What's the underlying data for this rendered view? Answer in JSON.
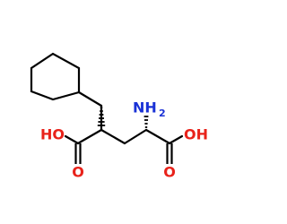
{
  "molecule": {
    "colors": {
      "bond": "#000000",
      "oxygen": "#e8221a",
      "nitrogen": "#1a32d6"
    },
    "labels": {
      "left_oh": "HO",
      "right_oh": "OH",
      "left_o": "O",
      "right_o": "O",
      "amine_n": "NH",
      "amine_sub": "2"
    }
  }
}
